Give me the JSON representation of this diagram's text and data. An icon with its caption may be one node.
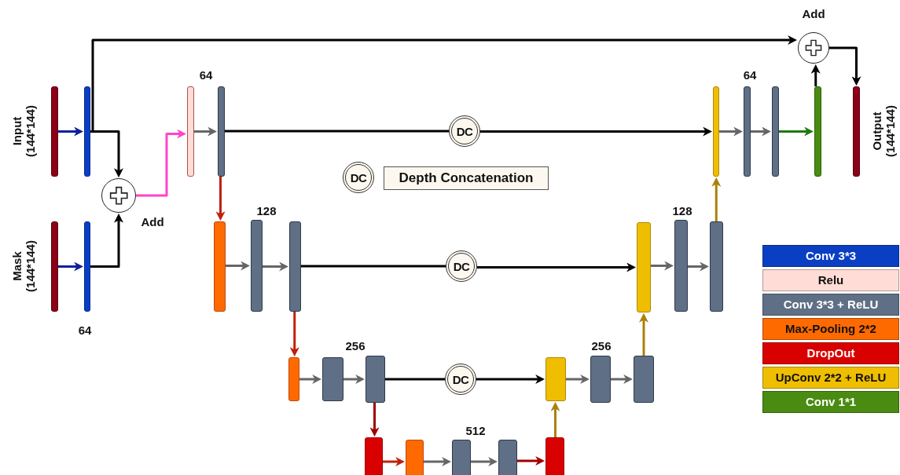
{
  "diagram": {
    "nodes": [
      {
        "text": [],
        "shape": "bar",
        "beside": [
          "Input (144*144)"
        ]
      },
      {
        "text": [],
        "shape": "bar"
      },
      {
        "text": [],
        "shape": "bar",
        "beside": [
          "Mask (144*144)"
        ]
      },
      {
        "text": [],
        "shape": "bar"
      },
      {
        "text": [],
        "shape": "circle",
        "beside": [
          "Add"
        ]
      },
      {
        "text": [],
        "shape": "bar"
      },
      {
        "text": [],
        "shape": "bar"
      },
      {
        "text": [],
        "shape": "bar"
      },
      {
        "text": [],
        "shape": "bar"
      },
      {
        "text": [],
        "shape": "bar"
      },
      {
        "text": [],
        "shape": "bar"
      },
      {
        "text": [],
        "shape": "bar"
      },
      {
        "text": [],
        "shape": "bar"
      },
      {
        "text": [],
        "shape": "bar"
      },
      {
        "text": [],
        "shape": "bar"
      },
      {
        "text": [],
        "shape": "bar"
      },
      {
        "text": [],
        "shape": "bar"
      },
      {
        "text": [],
        "shape": "bar"
      },
      {
        "text": [],
        "shape": "bar"
      },
      {
        "text": [],
        "shape": "bar"
      },
      {
        "text": [],
        "shape": "bar"
      },
      {
        "text": [],
        "shape": "bar"
      },
      {
        "text": [],
        "shape": "bar"
      },
      {
        "text": [],
        "shape": "bar"
      },
      {
        "text": [],
        "shape": "bar"
      },
      {
        "text": [],
        "shape": "bar"
      },
      {
        "text": [],
        "shape": "bar"
      },
      {
        "text": [],
        "shape": "bar"
      },
      {
        "text": [],
        "shape": "bar",
        "beside": [
          "Output (144*144)"
        ]
      },
      {
        "text": [],
        "shape": "circle",
        "beside": [
          "Add"
        ]
      },
      {
        "text": [
          "DC"
        ]
      },
      {
        "text": [
          "DC"
        ]
      },
      {
        "text": [
          "DC"
        ]
      },
      {
        "text": [
          "DC"
        ]
      },
      {
        "text": [
          "Depth Concatenation"
        ]
      }
    ],
    "edges": [
      {
        "from": 0,
        "to": 1,
        "arrow": "to",
        "color": "#0d1f9c"
      },
      {
        "from": 2,
        "to": 3,
        "arrow": "to",
        "color": "#0d1f9c"
      },
      {
        "from": 1,
        "to": 4,
        "arrow": "to",
        "color": "#000000"
      },
      {
        "from": 3,
        "to": 4,
        "arrow": "to",
        "color": "#000000"
      },
      {
        "from": 1,
        "to": 29,
        "arrow": "to",
        "color": "#000000"
      },
      {
        "from": 4,
        "to": 5,
        "arrow": "to",
        "color": "#ff44cc"
      },
      {
        "from": 5,
        "to": 6,
        "arrow": "to"
      },
      {
        "from": 6,
        "to": 7,
        "arrow": "to",
        "color": "#c0200a"
      },
      {
        "from": 7,
        "to": 8,
        "arrow": "to"
      },
      {
        "from": 8,
        "to": 9,
        "arrow": "to"
      },
      {
        "from": 9,
        "to": 10,
        "arrow": "to",
        "color": "#c0200a"
      },
      {
        "from": 10,
        "to": 11,
        "arrow": "to"
      },
      {
        "from": 11,
        "to": 12,
        "arrow": "to"
      },
      {
        "from": 12,
        "to": 13,
        "arrow": "to",
        "color": "#a00000"
      },
      {
        "from": 13,
        "to": 14,
        "arrow": "to",
        "color": "#c0200a"
      },
      {
        "from": 14,
        "to": 15,
        "arrow": "to"
      },
      {
        "from": 15,
        "to": 16,
        "arrow": "to"
      },
      {
        "from": 16,
        "to": 17,
        "arrow": "to",
        "color": "#a00000"
      },
      {
        "from": 17,
        "to": 18,
        "arrow": "to",
        "color": "#a8820a"
      },
      {
        "from": 18,
        "to": 19,
        "arrow": "to"
      },
      {
        "from": 19,
        "to": 20,
        "arrow": "to"
      },
      {
        "from": 20,
        "to": 21,
        "arrow": "to",
        "color": "#a8820a"
      },
      {
        "from": 21,
        "to": 22,
        "arrow": "to"
      },
      {
        "from": 22,
        "to": 23,
        "arrow": "to"
      },
      {
        "from": 23,
        "to": 24,
        "arrow": "to",
        "color": "#a8820a"
      },
      {
        "from": 24,
        "to": 25,
        "arrow": "to"
      },
      {
        "from": 25,
        "to": 26,
        "arrow": "to"
      },
      {
        "from": 26,
        "to": 27,
        "arrow": "to",
        "color": "#1e7a10"
      },
      {
        "from": 27,
        "to": 29,
        "arrow": "to",
        "color": "#000000"
      },
      {
        "from": 29,
        "to": 28,
        "arrow": "to",
        "color": "#000000"
      },
      {
        "from": 6,
        "to": 30,
        "arrow": "none",
        "color": "#000000"
      },
      {
        "from": 30,
        "to": 24,
        "arrow": "to",
        "color": "#000000"
      },
      {
        "from": 9,
        "to": 31,
        "arrow": "none",
        "color": "#000000"
      },
      {
        "from": 31,
        "to": 21,
        "arrow": "to",
        "color": "#000000"
      },
      {
        "from": 12,
        "to": 32,
        "arrow": "none",
        "color": "#000000"
      },
      {
        "from": 32,
        "to": 18,
        "arrow": "to",
        "color": "#000000"
      }
    ],
    "labels": [
      "64",
      "64",
      "128",
      "128",
      "64",
      "256",
      "256",
      "512"
    ],
    "legend": [
      {
        "text": "Conv 3*3",
        "color": "#0a3fc4"
      },
      {
        "text": "Relu",
        "color": "#ffdcd6"
      },
      {
        "text": "Conv 3*3 + ReLU",
        "color": "#5f7086"
      },
      {
        "text": "Max-Pooling 2*2",
        "color": "#ff6a00"
      },
      {
        "text": "DropOut",
        "color": "#d90000"
      },
      {
        "text": "UpConv 2*2 + ReLU",
        "color": "#efbe00"
      },
      {
        "text": "Conv 1*1",
        "color": "#4a8c12"
      }
    ]
  }
}
